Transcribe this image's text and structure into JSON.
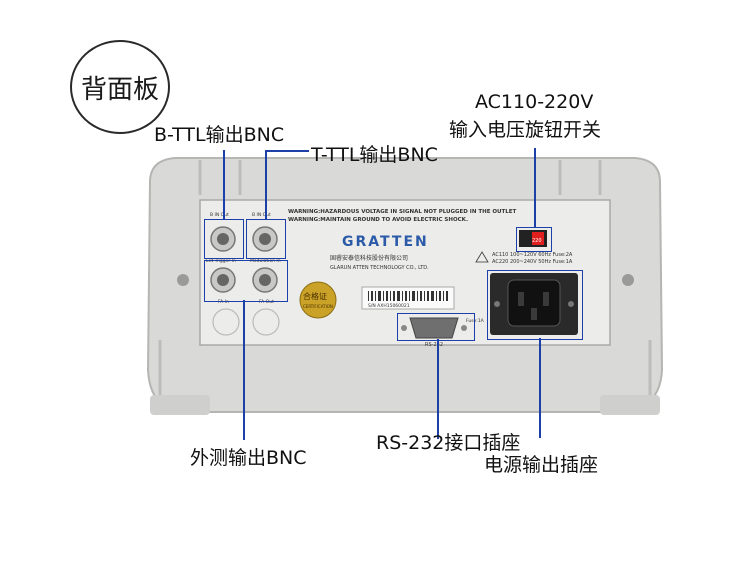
{
  "badge": {
    "label": "背面板"
  },
  "callouts": {
    "b_ttl": "B-TTL输出BNC",
    "t_ttl": "T-TTL输出BNC",
    "power_switch_1": "AC110-220V",
    "power_switch_2": "输入电压旋钮开关",
    "external": "外测输出BNC",
    "rs232": "RS-232接口插座",
    "power_socket": "电源输出插座"
  },
  "panel": {
    "warning_1": "WARNING:HAZARDOUS VOLTAGE IN SIGNAL NOT PLUGGED IN THE OUTLET",
    "warning_2": "WARNING:MAINTAIN GROUND TO AVOID ELECTRIC SHOCK.",
    "brand": "GRATTEN",
    "company_cn": "国睿安泰信科技股份有限公司",
    "company_en": "GLARUN ATTEN TECHNOLOGY CO., LTD.",
    "power_spec_1": "AC110 100~120V 60Hz Fuse:2A",
    "power_spec_2": "AC220 200~240V 50Hz Fuse:1A",
    "cert_label": "合格证",
    "cert_en": "CERTIFICATION",
    "serial": "S/N  AXH15060021",
    "rs232_label": "RS-232",
    "fuse_label": "Fuse:1A",
    "b_in_out": "B IN Out",
    "b_out": "B IN Out",
    "mod_in": "Modulation In",
    "ext_in": "Ext Trigger In",
    "fa_in": "FA In",
    "fa_out": "FA Out",
    "switch_mark": "220"
  },
  "colors": {
    "annotation": "#1c3fa8",
    "switch": "#e0201e",
    "chassis": "#d8d8d6"
  }
}
